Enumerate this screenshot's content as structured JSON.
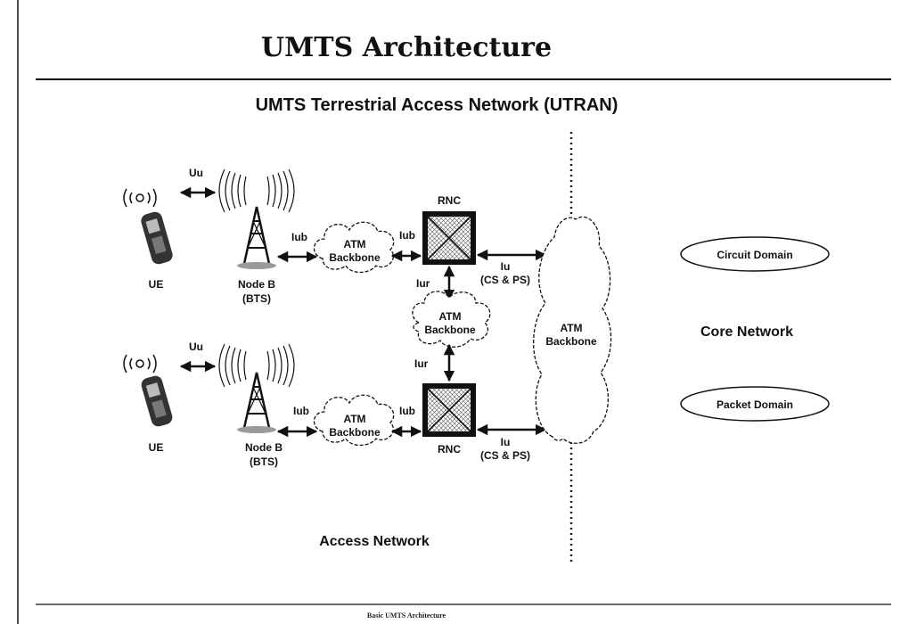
{
  "slide": {
    "title": "UMTS Architecture",
    "subtitle": "UMTS Terrestrial Access Network (UTRAN)",
    "footer": "Basic UMTS Architecture"
  },
  "nodes": {
    "ue_top": "UE",
    "ue_bottom": "UE",
    "nodeb_name": "Node B",
    "nodeb_sub": "(BTS)",
    "rnc_top": "RNC",
    "rnc_bottom": "RNC",
    "atm_line1": "ATM",
    "atm_line2": "Backbone",
    "circuit_domain": "Circuit Domain",
    "packet_domain": "Packet Domain",
    "core_network": "Core Network",
    "access_network": "Access Network"
  },
  "interfaces": {
    "uu": "Uu",
    "iub": "Iub",
    "iur": "Iur",
    "iu": "Iu",
    "iu_sub": "(CS & PS)"
  }
}
